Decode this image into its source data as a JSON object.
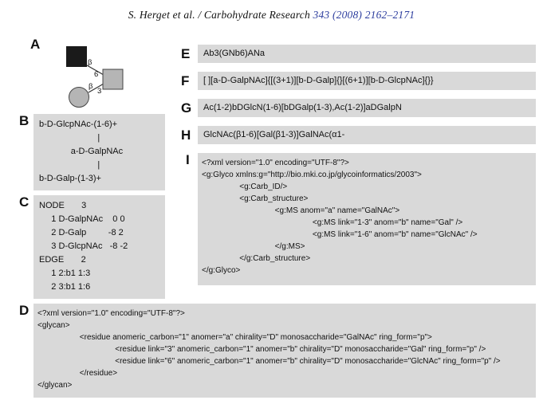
{
  "header": {
    "authors_part": "S. Herget et al. / Carbohydrate Research ",
    "citation_part": "343 (2008) 2162–2171"
  },
  "colors": {
    "box_background": "#d9d9d9",
    "citation_link": "#2e3f9f",
    "filled_residue": "#1a1a1a",
    "gray_residue": "#b5b5b5"
  },
  "panel_a": {
    "label": "A",
    "anomer_top": "β",
    "linkage_top": "6",
    "anomer_bottom": "β",
    "linkage_bottom": "3",
    "residues": [
      {
        "shape": "filled-square",
        "name": "GlcNAc"
      },
      {
        "shape": "gray-square",
        "name": "GalNAc"
      },
      {
        "shape": "gray-circle",
        "name": "Gal"
      }
    ]
  },
  "panel_b": {
    "label": "B",
    "lines": [
      "b-D-GlcpNAc-(1-6)+",
      "                        |",
      "             a-D-GalpNAc",
      "                        |",
      "b-D-Galp-(1-3)+"
    ]
  },
  "panel_c": {
    "label": "C",
    "lines": [
      "NODE       3",
      "     1 D-GalpNAc    0 0",
      "     2 D-Galp         -8 2",
      "     3 D-GlcpNAc   -8 -2",
      "EDGE       2",
      "     1 2:b1 1:3",
      "     2 3:b1 1:6"
    ]
  },
  "panel_d": {
    "label": "D",
    "lines": [
      "<?xml version=\"1.0\" encoding=\"UTF-8\"?>",
      "<glycan>",
      "                   <residue anomeric_carbon=\"1\" anomer=\"a\" chirality=\"D\" monosaccharide=\"GalNAc\" ring_form=\"p\">",
      "                                   <residue link=\"3\" anomeric_carbon=\"1\" anomer=\"b\" chirality=\"D\" monosaccharide=\"Gal\" ring_form=\"p\" />",
      "                                   <residue link=\"6\" anomeric_carbon=\"1\" anomer=\"b\" chirality=\"D\" monosaccharide=\"GlcNAc\" ring_form=\"p\" />",
      "                   </residue>",
      "</glycan>"
    ]
  },
  "panel_e": {
    "label": "E",
    "text": "Ab3(GNb6)ANa"
  },
  "panel_f": {
    "label": "F",
    "text": "[ ][a-D-GalpNAc]{[(3+1)][b-D-Galp]{}[(6+1)][b-D-GlcpNAc]{}}"
  },
  "panel_g": {
    "label": "G",
    "text": "Ac(1-2)bDGlcN(1-6)[bDGalp(1-3),Ac(1-2)]aDGalpN"
  },
  "panel_h": {
    "label": "H",
    "text": "GlcNAc(β1-6)[Gal(β1-3)]GalNAc(α1-"
  },
  "panel_i": {
    "label": "I",
    "lines": [
      "<?xml version=\"1.0\" encoding=\"UTF-8\"?>",
      "<g:Glyco xmlns:g=\"http://bio.mki.co.jp/glycoinformatics/2003\">",
      "                 <g:Carb_ID/>",
      "                 <g:Carb_structure>",
      "                                 <g:MS anom=\"a\" name=\"GalNAc\">",
      "                                                  <g:MS link=\"1-3\" anom=\"b\" name=\"Gal\" />",
      "                                                  <g:MS link=\"1-6\" anom=\"b\" name=\"GlcNAc\" />",
      "                                 </g:MS>",
      "                 </g:Carb_structure>",
      "</g:Glyco>"
    ]
  }
}
